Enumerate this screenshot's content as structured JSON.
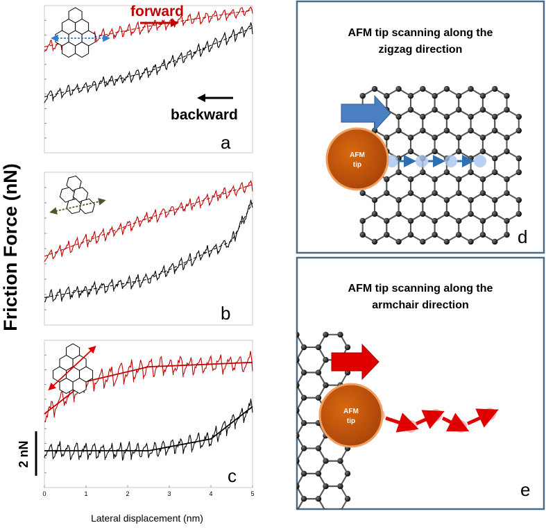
{
  "figure": {
    "y_axis_label": "Friction Force (nN)",
    "x_axis_label": "Lateral displacement (nm)",
    "scale_bar_label": "2 nN",
    "forward_label": "forward",
    "backward_label": "backward",
    "colors": {
      "forward": "#c00000",
      "backward": "#000000",
      "frame": "#4a6a8a",
      "zigzag_arrow": "#4a7fc1",
      "armchair_arrow": "#e00000",
      "tip": "#c4510a"
    }
  },
  "chart_data": [
    {
      "type": "line",
      "panel": "a",
      "xlim": [
        0,
        5
      ],
      "x_ticks": [],
      "lattice_icon": "zigzag-hexagon-icon",
      "arrow_color": "#2f7fd0",
      "series": [
        {
          "stick_slip_periods": 24,
          "trend": [
            [
              0,
              0.72
            ],
            [
              2.5,
              0.86
            ],
            [
              5,
              0.97
            ]
          ],
          "amplitude": 0.07
        },
        {
          "stick_slip_periods": 24,
          "trend": [
            [
              0,
              0.38
            ],
            [
              2.5,
              0.55
            ],
            [
              5,
              0.85
            ]
          ],
          "amplitude": 0.07
        }
      ]
    },
    {
      "type": "line",
      "panel": "b",
      "xlim": [
        0,
        5
      ],
      "x_ticks": [],
      "lattice_icon": "tilted-hexagon-icon",
      "arrow_color": "#4a5a2a",
      "series": [
        {
          "stick_slip_periods": 24,
          "trend": [
            [
              0,
              0.45
            ],
            [
              2.5,
              0.7
            ],
            [
              5,
              0.92
            ]
          ],
          "amplitude": 0.07
        },
        {
          "stick_slip_periods": 24,
          "trend": [
            [
              0,
              0.18
            ],
            [
              2.5,
              0.3
            ],
            [
              4.5,
              0.55
            ],
            [
              5,
              0.8
            ]
          ],
          "amplitude": 0.07
        }
      ]
    },
    {
      "type": "line",
      "panel": "c",
      "xlim": [
        0,
        5
      ],
      "x_ticks": [
        "0",
        "1",
        "2",
        "3",
        "4",
        "5"
      ],
      "lattice_icon": "armchair-hexagon-icon",
      "arrow_color": "#e00000",
      "series": [
        {
          "stick_slip_periods": 21,
          "trend": [
            [
              0,
              0.5
            ],
            [
              1.0,
              0.72
            ],
            [
              2.5,
              0.82
            ],
            [
              5,
              0.85
            ]
          ],
          "amplitude": 0.12
        },
        {
          "stick_slip_periods": 24,
          "trend": [
            [
              0,
              0.25
            ],
            [
              2.5,
              0.25
            ],
            [
              4,
              0.33
            ],
            [
              5,
              0.55
            ]
          ],
          "amplitude": 0.1
        }
      ]
    }
  ],
  "schematics": {
    "zigzag": {
      "title_line1": "AFM tip scanning along the",
      "title_line2": "zigzag direction",
      "tip_line1": "AFM",
      "tip_line2": "tip",
      "letter": "d"
    },
    "armchair": {
      "title_line1": "AFM tip scanning along the",
      "title_line2": "armchair direction",
      "tip_line1": "AFM",
      "tip_line2": "tip",
      "letter": "e"
    }
  }
}
